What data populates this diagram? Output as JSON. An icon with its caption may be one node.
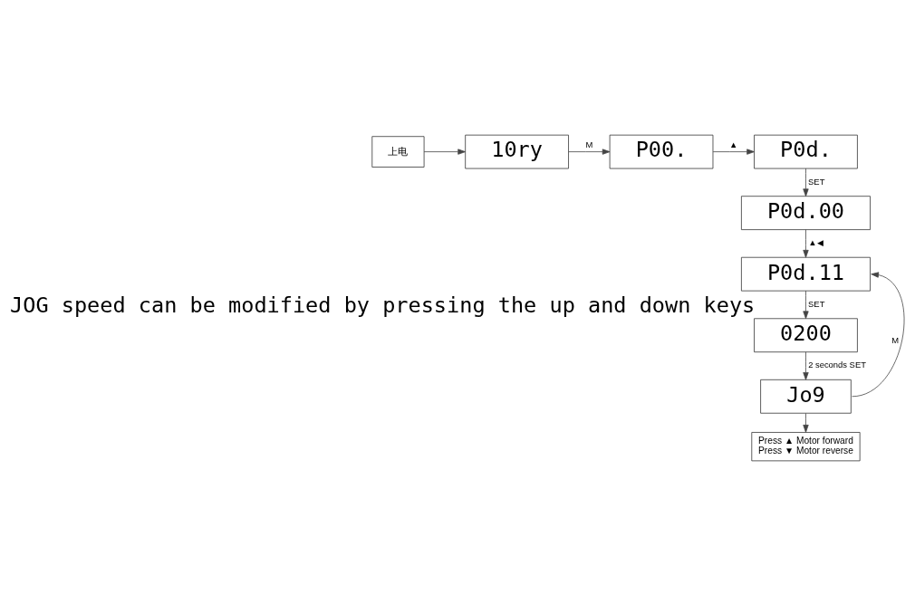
{
  "diagram": {
    "nodes": [
      {
        "text": [
          "上电"
        ]
      },
      {
        "text": [
          "10ry"
        ]
      },
      {
        "text": [
          "P00."
        ]
      },
      {
        "text": [
          "P0d."
        ]
      },
      {
        "text": [
          "P0d.00"
        ]
      },
      {
        "text": [
          "P0d.11"
        ]
      },
      {
        "text": [
          "0200"
        ],
        "beside": [
          "JOG speed can be modified by pressing the up and down keys"
        ]
      },
      {
        "text": [
          "Jo9"
        ]
      },
      {
        "text": [
          "Press ▲ Motor forward",
          "Press ▼ Motor reverse"
        ]
      }
    ],
    "edges": [
      {
        "from": 0,
        "to": 1,
        "arrow": "to"
      },
      {
        "from": 1,
        "to": 2,
        "arrow": "to",
        "label": "M"
      },
      {
        "from": 2,
        "to": 3,
        "arrow": "to",
        "label": "▲"
      },
      {
        "from": 3,
        "to": 4,
        "arrow": "to",
        "label": "SET"
      },
      {
        "from": 4,
        "to": 5,
        "arrow": "to",
        "label": "▲◀"
      },
      {
        "from": 5,
        "to": 6,
        "arrow": "to",
        "label": "SET"
      },
      {
        "from": 6,
        "to": 7,
        "arrow": "to",
        "label": "2 seconds SET"
      },
      {
        "from": 7,
        "to": 5,
        "arrow": "to",
        "label": "M"
      },
      {
        "from": 7,
        "to": 8,
        "arrow": "to"
      }
    ]
  }
}
